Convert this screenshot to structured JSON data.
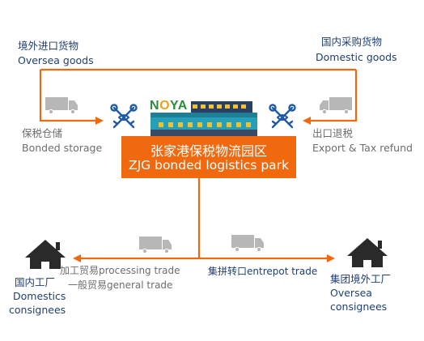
{
  "top_left": {
    "cn": "境外进口货物",
    "en": "Oversea goods"
  },
  "top_right": {
    "cn": "国内采购货物",
    "en": "Domestic goods"
  },
  "bonded_storage": {
    "cn": "保税仓储",
    "en": "Bonded storage"
  },
  "export_tax_refund": {
    "cn": "出口退税",
    "en": "Export & Tax refund"
  },
  "park": {
    "logo_prefix": "N",
    "logo_o": "O",
    "logo_suffix": "YA",
    "cn": "张家港保税物流园区",
    "en": "ZJG bonded logistics park"
  },
  "processing_trade": "加工贸易processing trade",
  "general_trade": "一般贸易general trade",
  "entrepot_trade": "集拼转口entrepot trade",
  "left_consignee": {
    "cn": "国内工厂",
    "en1": "Domestics",
    "en2": "consignees"
  },
  "right_consignee": {
    "cn": "集团境外工厂",
    "en1": "Oversea",
    "en2": "consignees"
  },
  "colors": {
    "arrow": "#f0690f",
    "navy": "#1f3f73",
    "gray_text": "#6d6d6d",
    "truck": "#b7b7b7",
    "icon_blue": "#1e5aa8"
  }
}
